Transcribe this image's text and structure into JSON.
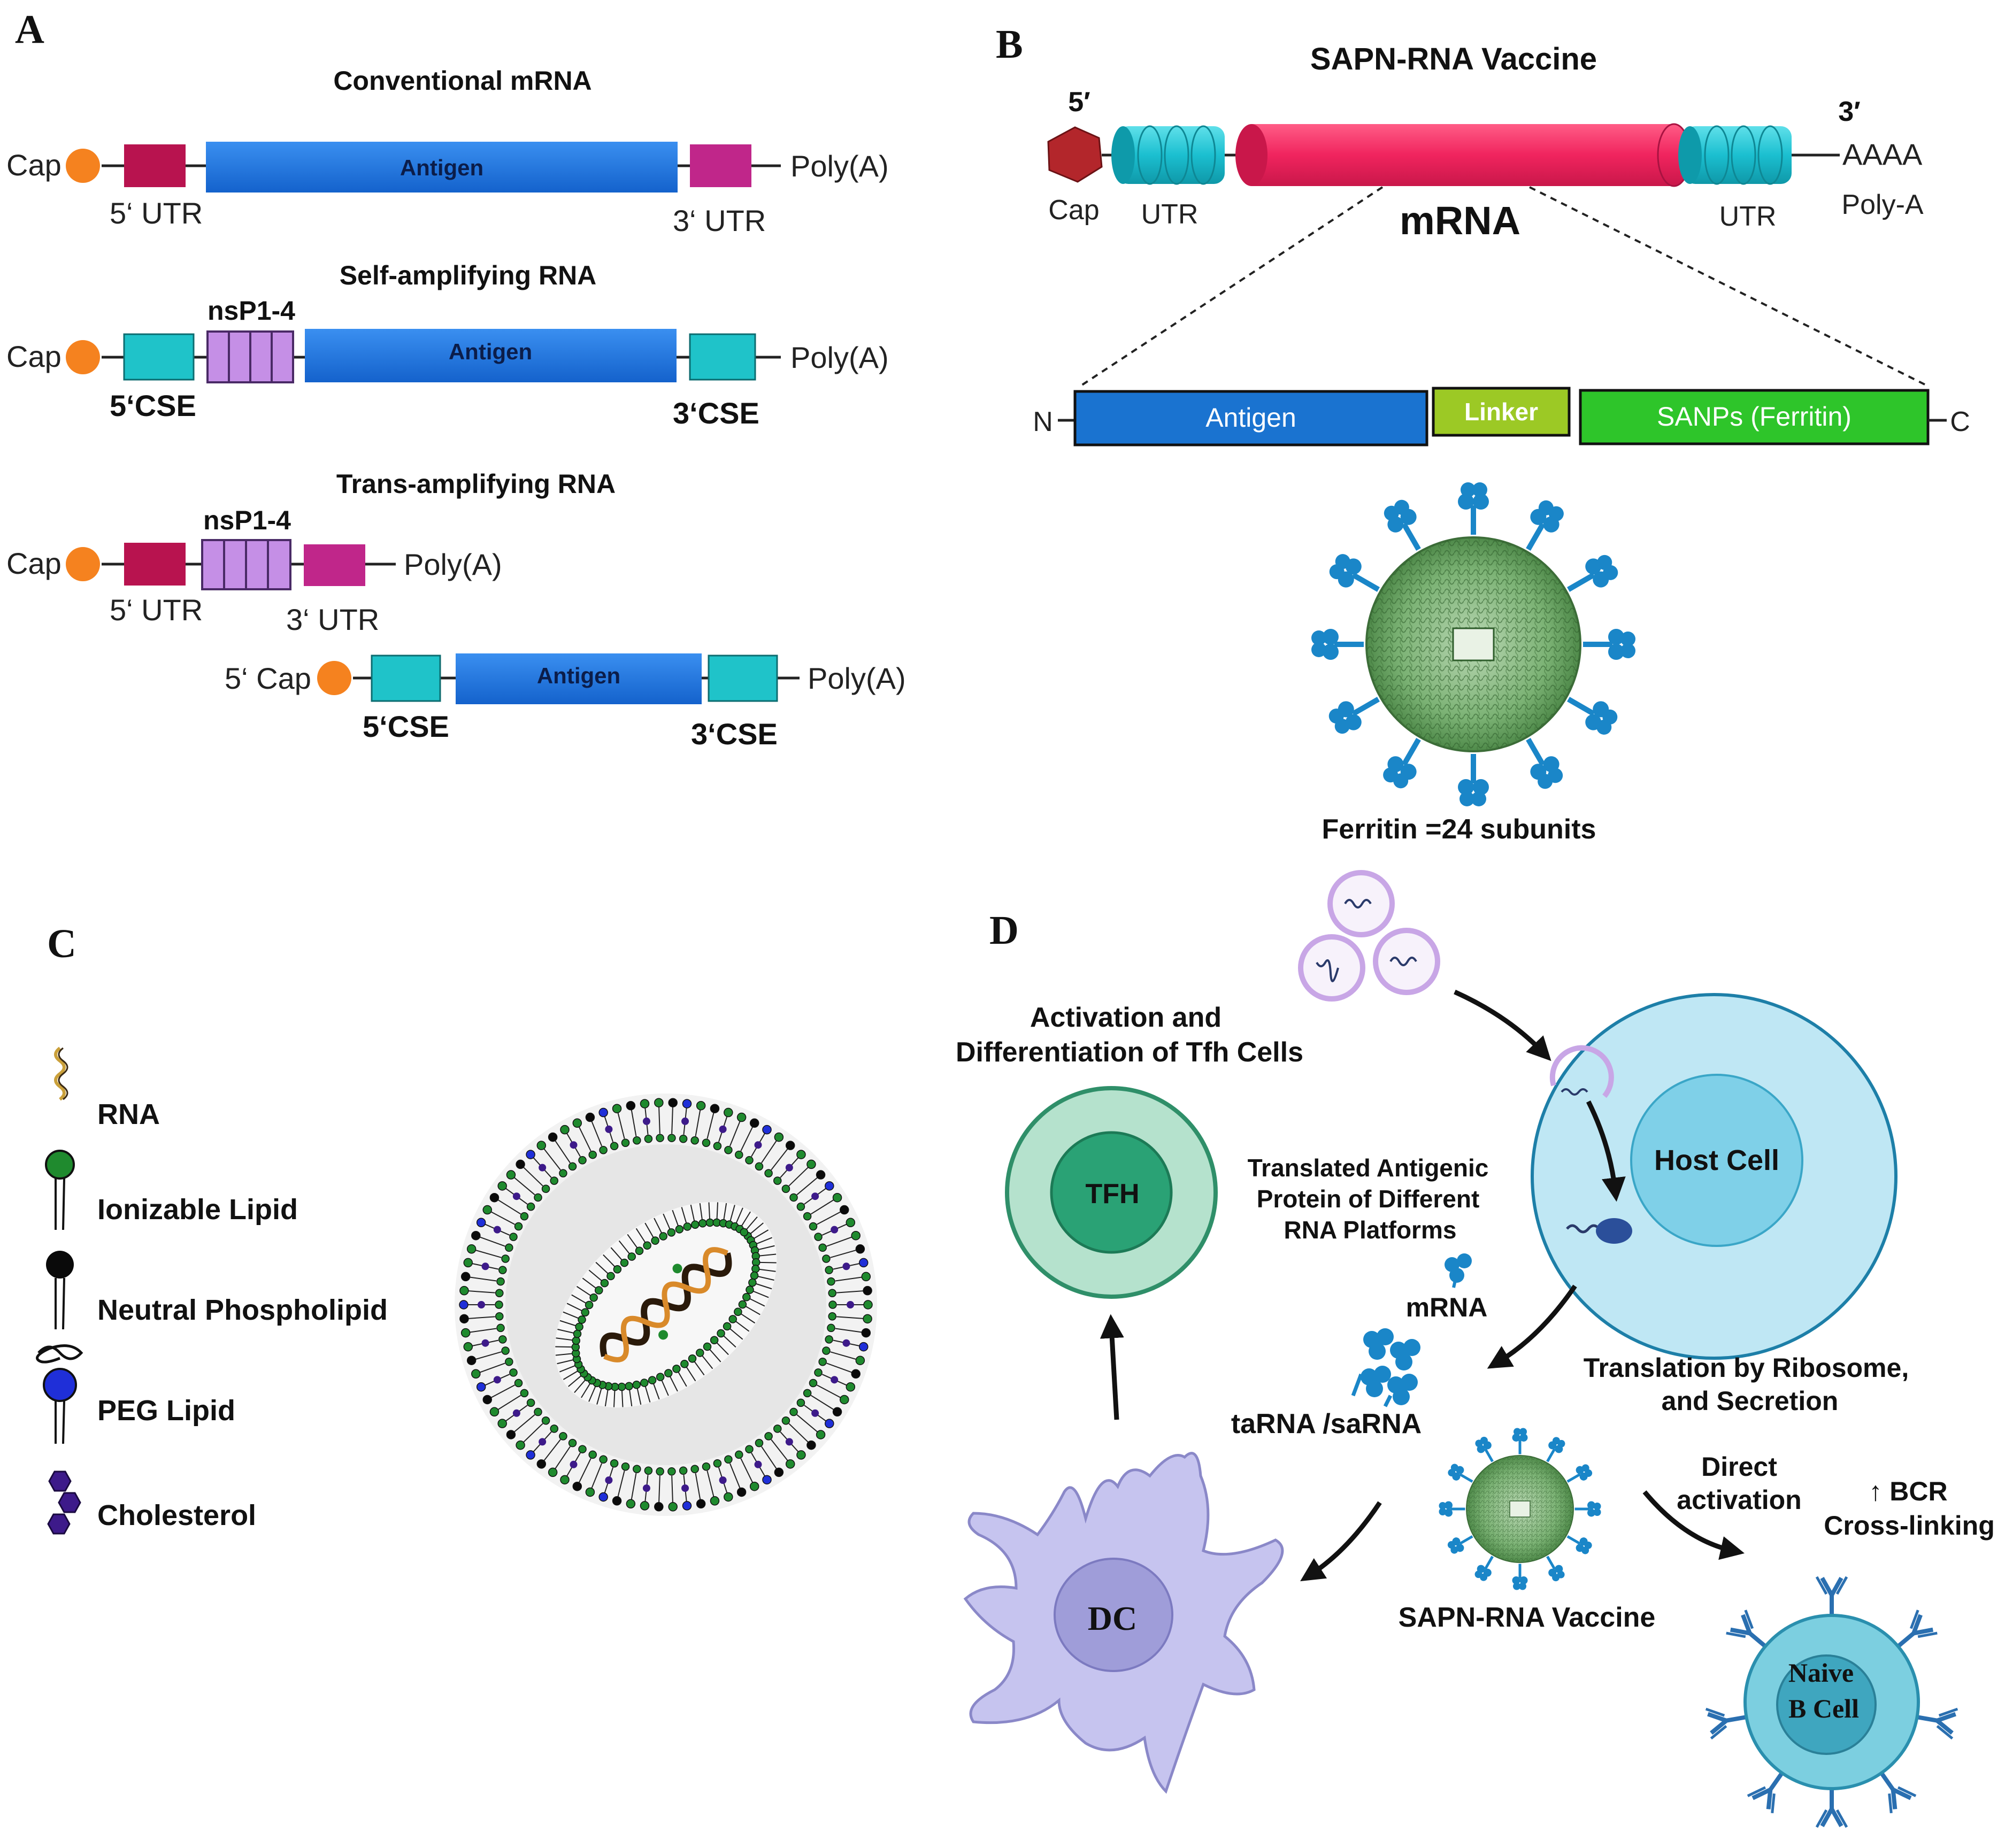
{
  "panels": {
    "a": "A",
    "b": "B",
    "c": "C",
    "d": "D"
  },
  "panel_a": {
    "conventional": {
      "title": "Conventional mRNA",
      "cap": "Cap",
      "antigen": "Antigen",
      "utr5": "5‘ UTR",
      "utr3": "3‘ UTR",
      "polya": "Poly(A)"
    },
    "self_amplifying": {
      "title": "Self-amplifying RNA",
      "cap": "Cap",
      "nsp": "nsP1-4",
      "antigen": "Antigen",
      "cse5": "5‘CSE",
      "cse3": "3‘CSE",
      "polya": "Poly(A)"
    },
    "trans_amplifying": {
      "title": "Trans-amplifying RNA",
      "cap": "Cap",
      "nsp": "nsP1-4",
      "utr5": "5‘ UTR",
      "utr3": "3‘ UTR",
      "polya": "Poly(A)",
      "cap2": "5‘ Cap",
      "antigen": "Antigen",
      "cse5": "5‘CSE",
      "cse3": "3‘CSE",
      "polya2": "Poly(A)"
    }
  },
  "panel_b": {
    "title": "SAPN-RNA Vaccine",
    "five_prime": "5′",
    "three_prime": "3′",
    "cap": "Cap",
    "utr_left": "UTR",
    "utr_right": "UTR",
    "mrna": "mRNA",
    "aaaa": "AAAA",
    "polya": "Poly-A",
    "n_term": "N",
    "c_term": "C",
    "antigen": "Antigen",
    "linker": "Linker",
    "sanps": "SANPs (Ferritin)",
    "ferritin_caption": "Ferritin =24 subunits"
  },
  "panel_c": {
    "legend": [
      {
        "label": "RNA",
        "icon": "rna-icon"
      },
      {
        "label": "Ionizable Lipid",
        "icon": "ionizable-lipid-icon"
      },
      {
        "label": "Neutral Phospholipid",
        "icon": "neutral-phospholipid-icon"
      },
      {
        "label": "PEG Lipid",
        "icon": "peg-lipid-icon"
      },
      {
        "label": "Cholesterol",
        "icon": "cholesterol-icon"
      }
    ]
  },
  "panel_d": {
    "tfh_heading_line1": "Activation and",
    "tfh_heading_line2": "Differentiation of Tfh Cells",
    "tfh": "TFH",
    "host_cell": "Host Cell",
    "translated_line1": "Translated Antigenic",
    "translated_line2": "Protein of Different",
    "translated_line3": "RNA Platforms",
    "mrna": "mRNA",
    "tarna": "taRNA /saRNA",
    "translation_line1": "Translation by Ribosome,",
    "translation_line2": "and Secretion",
    "direct_line1": "Direct",
    "direct_line2": "activation",
    "bcr_line1": "↑ BCR",
    "bcr_line2": "Cross-linking",
    "dc": "DC",
    "sapn": "SAPN-RNA Vaccine",
    "naive_line1": "Naive",
    "naive_line2": "B Cell"
  },
  "colors": {
    "cap_orange": "#f5821f",
    "utr_crimson": "#b8134f",
    "utr_magenta": "#c0268a",
    "antigen_blue": "#1a73e0",
    "cse_teal": "#1fc3c9",
    "nsp_purple": "#c58fe6",
    "mrna_red": "#f0245e",
    "utr_cyan": "#1bbfd0",
    "cap_red": "#b3262b",
    "linker_green": "#9cc925",
    "sanps_green": "#2ec52a",
    "ferritin_blue": "#1a86c8",
    "ferritin_green": "#6fa76a",
    "tfh_green": "#2aa275",
    "host_blue": "#a9def2",
    "dc_lavender": "#c2c0ee",
    "bcell_teal": "#5fc0d6",
    "lipid_green": "#1f8a2e",
    "peg_blue": "#1f2fd8",
    "chol_purple": "#3d1a8a"
  }
}
